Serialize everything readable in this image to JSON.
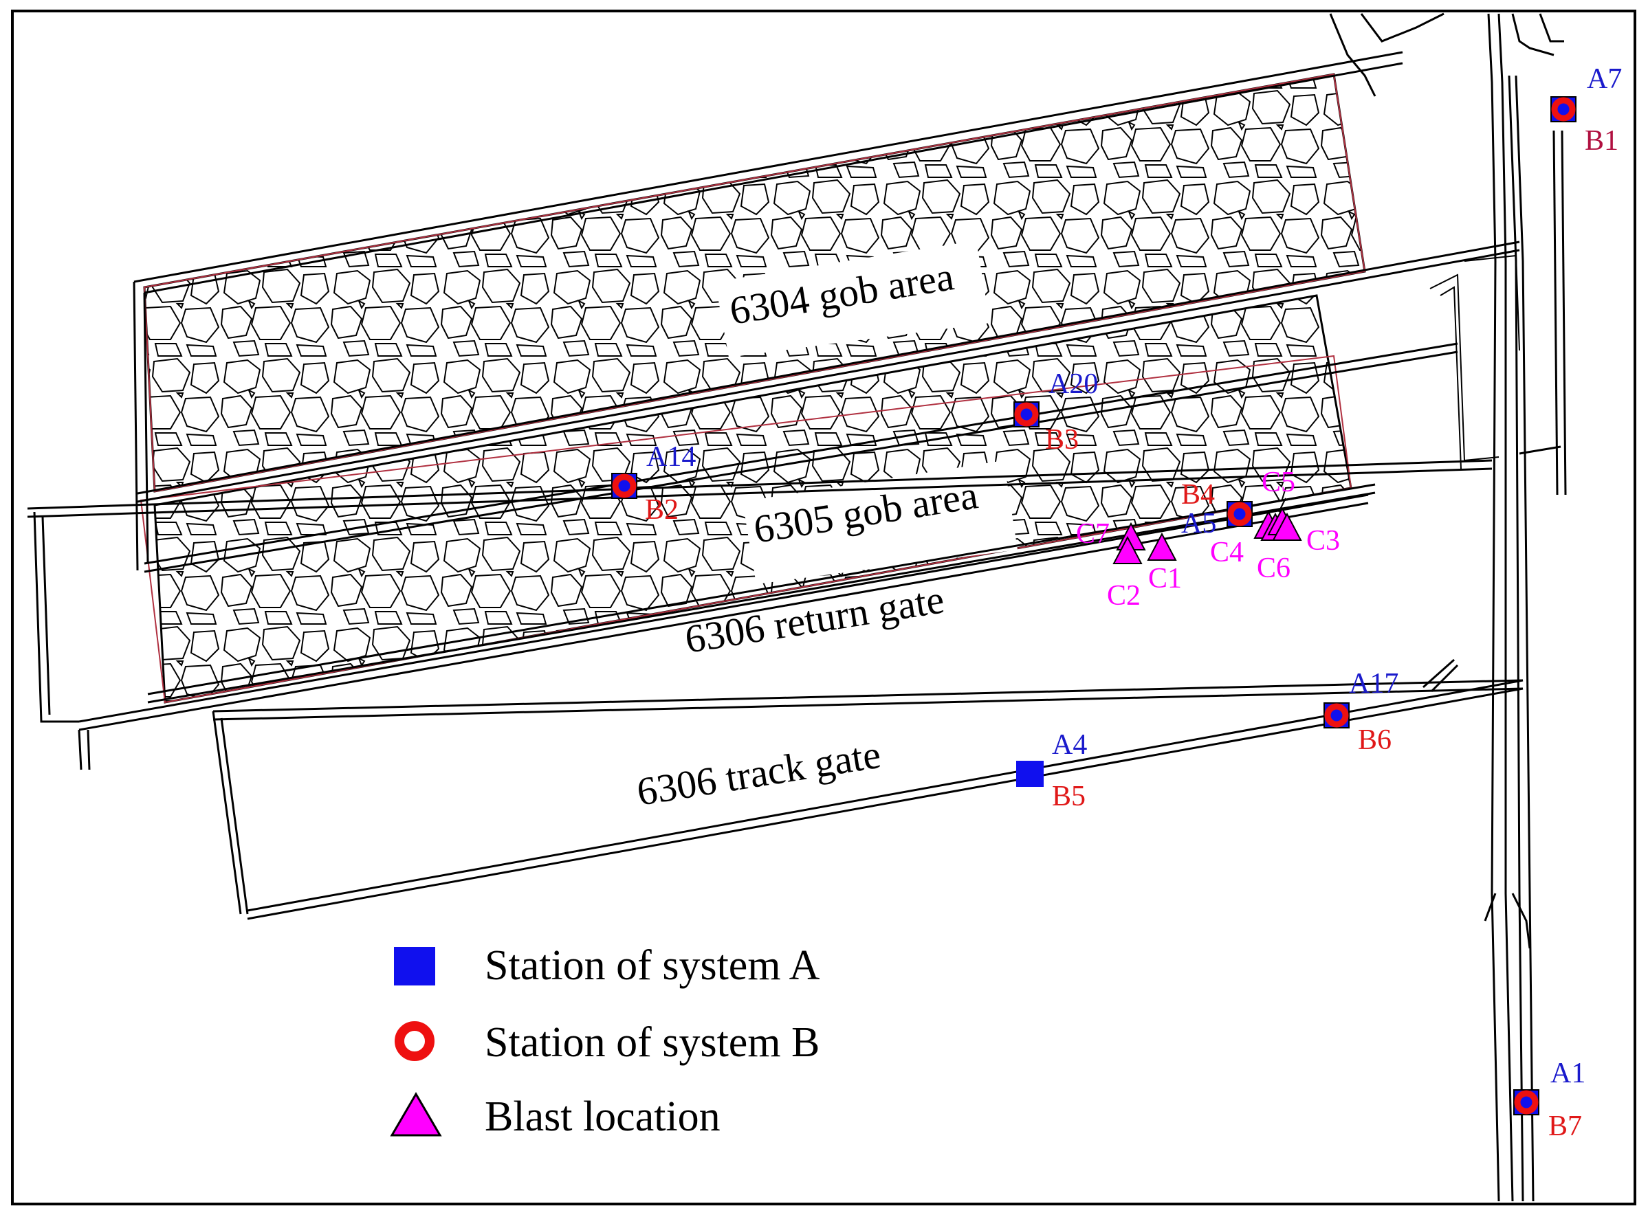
{
  "areas": {
    "gob_6304": "6304 gob area",
    "gob_6305": "6305 gob area",
    "return_gate": "6306 return gate",
    "track_gate": "6306 track gate"
  },
  "stations_a": [
    "A7",
    "A20",
    "A14",
    "A5",
    "A17",
    "A4",
    "A1"
  ],
  "stations_b": [
    "B1",
    "B3",
    "B2",
    "B4",
    "B6",
    "B5",
    "B7"
  ],
  "blasts": [
    "C5",
    "C7",
    "C3",
    "C4",
    "C1",
    "C2",
    "C6"
  ],
  "legend": {
    "station_a": "Station of system A",
    "station_b": "Station of system B",
    "blast": "Blast location"
  },
  "colors": {
    "station_a": "#1010ee",
    "station_b": "#ee1010",
    "blast": "#ff00ff",
    "gob_outline": "#b03040"
  },
  "icons": {
    "station_a": "blue-square-icon",
    "station_b": "red-ring-icon",
    "blast": "magenta-triangle-icon"
  }
}
